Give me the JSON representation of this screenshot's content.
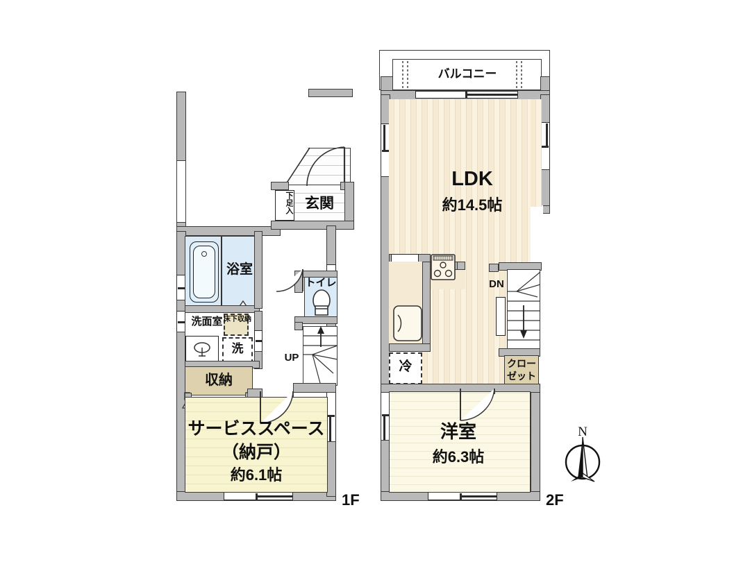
{
  "document": {
    "type": "real-estate-floor-plan",
    "language": "ja"
  },
  "floors": [
    {
      "id": "1F",
      "label": "1F",
      "rooms": [
        {
          "id": "genkan",
          "name": "玄関",
          "area": ""
        },
        {
          "id": "getabako",
          "name": "下足入",
          "area": ""
        },
        {
          "id": "yokushitsu",
          "name": "浴室",
          "area": ""
        },
        {
          "id": "senmenshitsu",
          "name": "洗面室",
          "area": ""
        },
        {
          "id": "yukashita",
          "name": "床下収納",
          "area": ""
        },
        {
          "id": "sen",
          "name": "洗",
          "area": ""
        },
        {
          "id": "toilet",
          "name": "トイレ",
          "area": ""
        },
        {
          "id": "shuno",
          "name": "収納",
          "area": ""
        },
        {
          "id": "service",
          "name": "サービススペース",
          "name2": "（納戸）",
          "area": "約6.1帖"
        }
      ],
      "annotations": [
        {
          "id": "stair-up",
          "text": "UP"
        }
      ]
    },
    {
      "id": "2F",
      "label": "2F",
      "rooms": [
        {
          "id": "balcony",
          "name": "バルコニー",
          "area": ""
        },
        {
          "id": "ldk",
          "name": "LDK",
          "area": "約14.5帖"
        },
        {
          "id": "yoshitsu",
          "name": "洋室",
          "area": "約6.3帖"
        },
        {
          "id": "closet",
          "name": "クロー",
          "name2": "ゼット",
          "area": ""
        },
        {
          "id": "fridge",
          "name": "冷",
          "area": ""
        }
      ],
      "annotations": [
        {
          "id": "stair-dn",
          "text": "DN"
        }
      ]
    }
  ],
  "compass": {
    "label": "N",
    "name": "north-arrow"
  },
  "colors": {
    "wall": "#b9b9b9",
    "wall_stroke": "#3a3a3a",
    "ldk_floor": "#f7ead2",
    "bedroom_floor": "#fbf8e6",
    "service_floor": "#f7f4cf",
    "water_room": "#dbeaf7",
    "closet": "#ddd2ad",
    "text": "#111111"
  }
}
